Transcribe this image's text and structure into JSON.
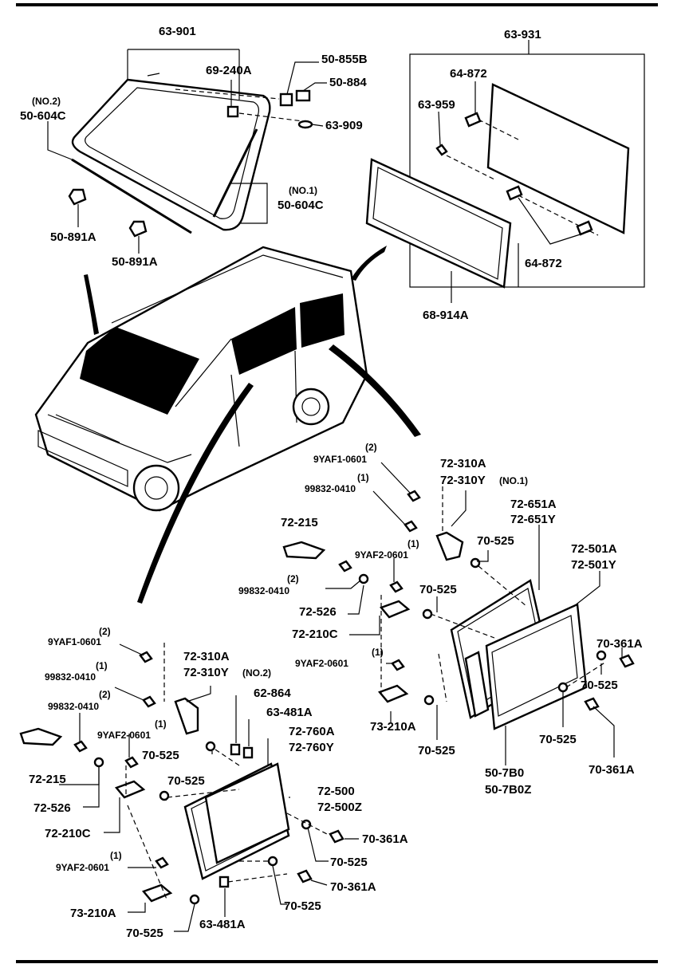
{
  "labels": {
    "l_63_901": "63-901",
    "l_69_240a": "69-240A",
    "l_50_855b": "50-855B",
    "l_50_884": "50-884",
    "l_no2_top": "(NO.2)",
    "l_50_604c_a": "50-604C",
    "l_63_909": "63-909",
    "l_no1_top": "(NO.1)",
    "l_50_604c_b": "50-604C",
    "l_50_891a_a": "50-891A",
    "l_50_891a_b": "50-891A",
    "l_63_931": "63-931",
    "l_64_872_a": "64-872",
    "l_63_959": "63-959",
    "l_64_872_b": "64-872",
    "l_68_914a": "68-914A",
    "r_9yaf1_q": "(2)",
    "r_9yaf1": "9YAF1-0601",
    "r_72_310a": "72-310A",
    "r_72_310y": "72-310Y",
    "r_no1": "(NO.1)",
    "r_99832_q": "(1)",
    "r_99832": "99832-0410",
    "r_72_215": "72-215",
    "r_9yaf2_q": "(1)",
    "r_9yaf2": "9YAF2-0601",
    "r_70_525_a": "70-525",
    "r_72_651a": "72-651A",
    "r_72_651y": "72-651Y",
    "r_72_501a": "72-501A",
    "r_72_501y": "72-501Y",
    "r_99832b_q": "(2)",
    "r_99832b": "99832-0410",
    "r_72_526": "72-526",
    "r_70_525_b": "70-525",
    "r_72_210c": "72-210C",
    "r_70_361a_a": "70-361A",
    "r_9yaf2b_q": "(1)",
    "r_9yaf2b": "9YAF2-0601",
    "r_70_525_c": "70-525",
    "r_73_210a": "73-210A",
    "r_70_525_d": "70-525",
    "r_70_525_e": "70-525",
    "r_50_7b0": "50-7B0",
    "r_50_7b0z": "50-7B0Z",
    "r_70_361a_b": "70-361A",
    "b_9yaf1_q": "(2)",
    "b_9yaf1": "9YAF1-0601",
    "b_72_310a": "72-310A",
    "b_72_310y": "72-310Y",
    "b_no2": "(NO.2)",
    "b_99832_q": "(1)",
    "b_99832": "99832-0410",
    "b_62_864": "62-864",
    "b_99832b_q": "(2)",
    "b_99832b": "99832-0410",
    "b_63_481a": "63-481A",
    "b_9yaf2_q": "(1)",
    "b_9yaf2": "9YAF2-0601",
    "b_72_760a": "72-760A",
    "b_72_760y": "72-760Y",
    "b_72_215": "72-215",
    "b_70_525_a": "70-525",
    "b_70_525_b": "70-525",
    "b_72_500": "72-500",
    "b_72_500z": "72-500Z",
    "b_72_526": "72-526",
    "b_72_210c": "72-210C",
    "b_70_361a_a": "70-361A",
    "b_9yaf2b_q": "(1)",
    "b_9yaf2b": "9YAF2-0601",
    "b_70_525_c": "70-525",
    "b_70_361a_b": "70-361A",
    "b_73_210a": "73-210A",
    "b_70_525_d": "70-525",
    "b_63_481a_b": "63-481A",
    "b_70_525_e": "70-525"
  }
}
